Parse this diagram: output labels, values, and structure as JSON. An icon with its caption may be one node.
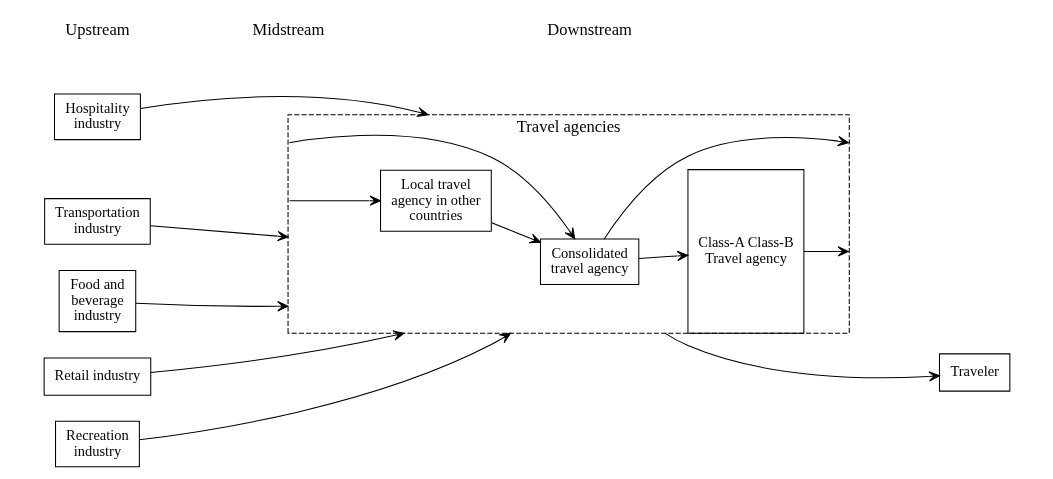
{
  "diagram": {
    "nodes": [
      {
        "text": [
          "Hospitality industry"
        ]
      },
      {
        "text": [
          "Transportation industry"
        ]
      },
      {
        "text": [
          "Food and beverage industry"
        ]
      },
      {
        "text": [
          "Retail industry"
        ]
      },
      {
        "text": [
          "Recreation industry"
        ]
      },
      {
        "text": [
          "Travel agencies"
        ]
      },
      {
        "text": [
          "Consolidated travel agency"
        ],
        "in": 5
      },
      {
        "text": [
          "Local travel agency in other countries"
        ],
        "in": 5
      },
      {
        "text": [
          "Class-A Class-B Travel agency"
        ],
        "in": 5
      },
      {
        "text": [
          "Traveler"
        ]
      }
    ],
    "edges": [
      {
        "from": 0,
        "to": 5,
        "arrow": "to"
      },
      {
        "from": 1,
        "to": 5,
        "arrow": "to"
      },
      {
        "from": 2,
        "to": 5,
        "arrow": "to"
      },
      {
        "from": 3,
        "to": 5,
        "arrow": "to"
      },
      {
        "from": 4,
        "to": 5,
        "arrow": "to"
      },
      {
        "from": 5,
        "to": 6,
        "arrow": "to"
      },
      {
        "from": 5,
        "to": 7,
        "arrow": "to"
      },
      {
        "from": 7,
        "to": 6,
        "arrow": "to"
      },
      {
        "from": 6,
        "to": 8,
        "arrow": "to"
      },
      {
        "from": 6,
        "to": 5,
        "arrow": "to"
      },
      {
        "from": 8,
        "to": 5,
        "arrow": "to"
      },
      {
        "from": 5,
        "to": 9,
        "arrow": "to"
      }
    ],
    "labels": [
      "Upstream",
      "Midstream",
      "Downstream"
    ]
  }
}
